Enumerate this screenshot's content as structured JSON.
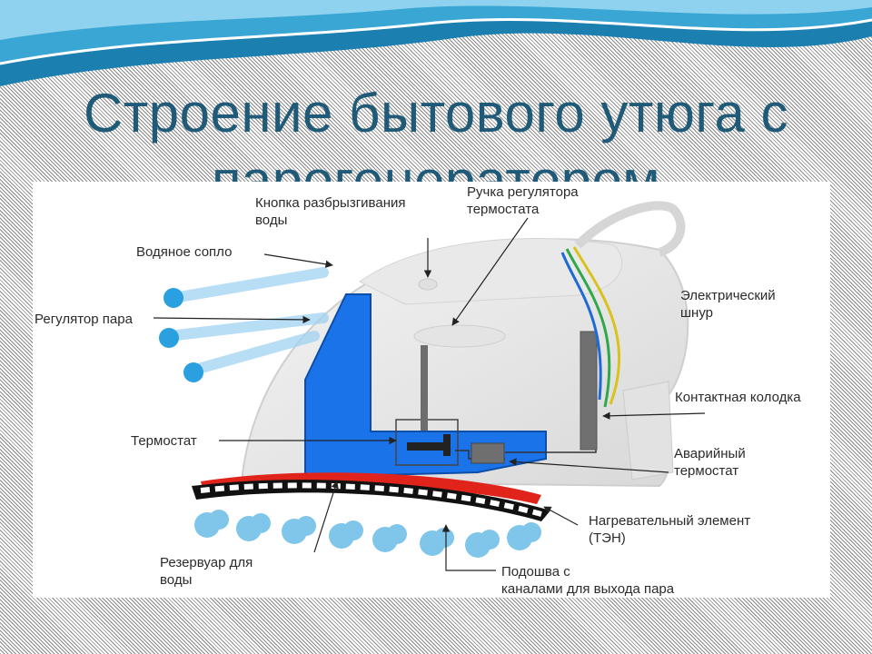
{
  "slide": {
    "title": "Строение бытового утюга с парогенератором"
  },
  "diagram": {
    "labels": {
      "spray_button": [
        "Кнопка разбрызгивания",
        "воды"
      ],
      "thermostat_knob": [
        "Ручка регулятора",
        "термостата"
      ],
      "water_nozzle": "Водяное сопло",
      "steam_regulator": "Регулятор пара",
      "power_cord": [
        "Электрический",
        "шнур"
      ],
      "contact_block": "Контактная колодка",
      "thermostat": "Термостат",
      "emergency_thermostat": [
        "Аварийный",
        "термостат"
      ],
      "heating_element": [
        "Нагревательный элемент",
        "(ТЭН)"
      ],
      "water_tank": [
        "Резервуар для",
        "воды"
      ],
      "soleplate": [
        "Подошва с",
        "каналами для выхода пара"
      ]
    },
    "colors": {
      "tank_blue": "#1a73e8",
      "heater_red": "#e0241b",
      "title_blue": "#1f5a78",
      "wave_teal": "#2a8fbf"
    }
  }
}
